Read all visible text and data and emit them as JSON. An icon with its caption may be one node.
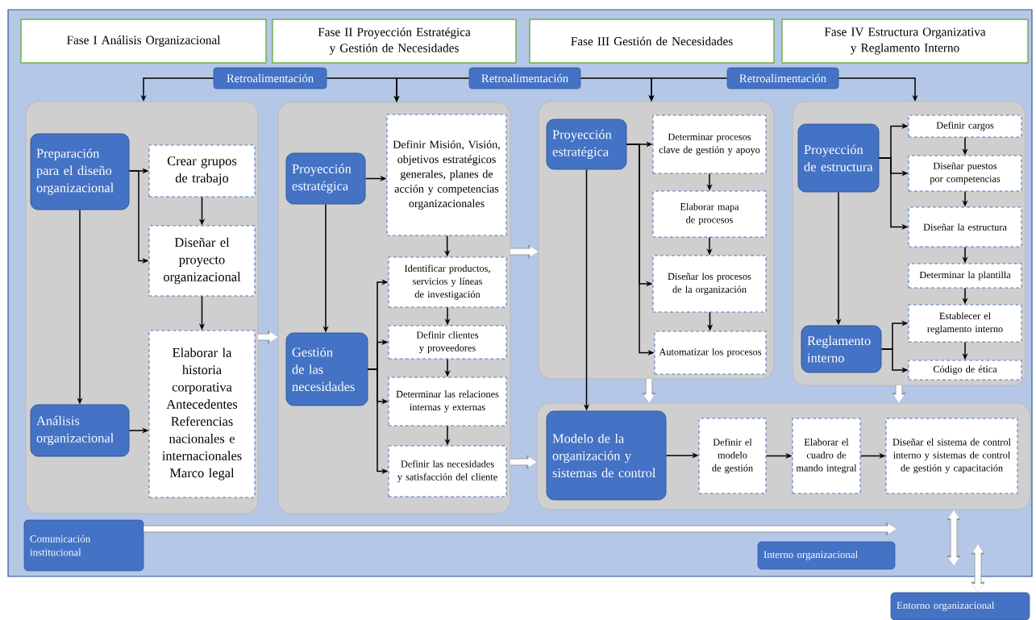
{
  "diagram": {
    "nodes": [
      {
        "text": [
          "Fase I Análisis Organizacional"
        ]
      },
      {
        "text": [
          "Fase II Proyección Estratégica y Gestión de Necesidades"
        ]
      },
      {
        "text": [
          "Fase III Gestión de Necesidades"
        ]
      },
      {
        "text": [
          "Fase IV Estructura Organizativa y Reglamento Interno"
        ]
      },
      {
        "text": [
          "Retroalimentación"
        ]
      },
      {
        "text": [
          "Retroalimentación"
        ]
      },
      {
        "text": [
          "Retroalimentación"
        ]
      },
      {
        "text": [],
        "shape": "box"
      },
      {
        "text": [
          "Preparación para el diseño organizacional"
        ],
        "in": 7
      },
      {
        "text": [
          "Crear grupos de trabajo"
        ],
        "in": 7
      },
      {
        "text": [
          "Diseñar el proyecto organizacional"
        ],
        "in": 7
      },
      {
        "text": [
          "Análisis organizacional"
        ],
        "in": 7
      },
      {
        "text": [
          "Elaborar la historia corporativa Antecedentes Referencias nacionales e internacionales Marco legal"
        ],
        "in": 7
      },
      {
        "text": [],
        "shape": "box"
      },
      {
        "text": [
          "Proyección estratégica"
        ],
        "in": 13
      },
      {
        "text": [
          "Definir Misión, Visión, objetivos estratégicos generales, planes de acción y competencias organizacionales"
        ],
        "in": 13
      },
      {
        "text": [
          "Gestión de las necesidades"
        ],
        "in": 13
      },
      {
        "text": [
          "Identificar productos, servicios y líneas de investigación"
        ],
        "in": 13
      },
      {
        "text": [
          "Definir clientes y proveedores"
        ],
        "in": 13
      },
      {
        "text": [
          "Determinar las relaciones internas y externas"
        ],
        "in": 13
      },
      {
        "text": [
          "Definir las necesidades y satisfacción del cliente"
        ],
        "in": 13
      },
      {
        "text": [],
        "shape": "box"
      },
      {
        "text": [
          "Proyección estratégica"
        ],
        "in": 21
      },
      {
        "text": [
          "Determinar procesos clave de gestión y apoyo"
        ],
        "in": 21
      },
      {
        "text": [
          "Elaborar mapa de procesos"
        ],
        "in": 21
      },
      {
        "text": [
          "Diseñar los procesos de la organización"
        ],
        "in": 21
      },
      {
        "text": [
          "Automatizar los procesos"
        ],
        "in": 21
      },
      {
        "text": [],
        "shape": "box"
      },
      {
        "text": [
          "Proyección de estructura"
        ],
        "in": 27
      },
      {
        "text": [
          "Definir cargos"
        ],
        "in": 27
      },
      {
        "text": [
          "Diseñar puestos por competencias"
        ],
        "in": 27
      },
      {
        "text": [
          "Diseñar la estructura"
        ],
        "in": 27
      },
      {
        "text": [
          "Determinar la plantilla"
        ],
        "in": 27
      },
      {
        "text": [
          "Establecer el reglamento interno"
        ],
        "in": 27
      },
      {
        "text": [
          "Reglamento interno"
        ],
        "in": 27
      },
      {
        "text": [
          "Código de ética"
        ],
        "in": 27
      },
      {
        "text": [],
        "shape": "box"
      },
      {
        "text": [
          "Modelo de la organización y sistemas de control"
        ],
        "in": 36
      },
      {
        "text": [
          "Definir el modelo de gestión"
        ],
        "in": 36
      },
      {
        "text": [
          "Elaborar el cuadro de mando integral"
        ],
        "in": 36
      },
      {
        "text": [
          "Diseñar el sistema de control interno y sistemas de control de gestión y capacitación"
        ],
        "in": 36
      },
      {
        "text": [
          "Comunicación institucional"
        ]
      },
      {
        "text": [
          "Interno organizacional"
        ]
      },
      {
        "text": [
          "Entorno organizacional"
        ]
      }
    ],
    "edges": [
      {
        "from": 4,
        "to": 7,
        "arrow": "to"
      },
      {
        "from": 4,
        "to": 13,
        "arrow": "to"
      },
      {
        "from": 5,
        "to": 13,
        "arrow": "to"
      },
      {
        "from": 5,
        "to": 21,
        "arrow": "to"
      },
      {
        "from": 6,
        "to": 21,
        "arrow": "to"
      },
      {
        "from": 6,
        "to": 27,
        "arrow": "to"
      },
      {
        "from": 8,
        "to": 9,
        "arrow": "to"
      },
      {
        "from": 8,
        "to": 10,
        "arrow": "to"
      },
      {
        "from": 9,
        "to": 10,
        "arrow": "to"
      },
      {
        "from": 10,
        "to": 12,
        "arrow": "to"
      },
      {
        "from": 8,
        "to": 11,
        "arrow": "to"
      },
      {
        "from": 11,
        "to": 12,
        "arrow": "to"
      },
      {
        "from": 7,
        "to": 13,
        "arrow": "to",
        "style": "thick",
        "color": "#ffffff"
      },
      {
        "from": 14,
        "to": 15,
        "arrow": "to"
      },
      {
        "from": 14,
        "to": 16,
        "arrow": "to"
      },
      {
        "from": 15,
        "to": 17,
        "arrow": "to"
      },
      {
        "from": 16,
        "to": 17,
        "arrow": "to"
      },
      {
        "from": 16,
        "to": 18,
        "arrow": "to"
      },
      {
        "from": 16,
        "to": 19,
        "arrow": "to"
      },
      {
        "from": 16,
        "to": 20,
        "arrow": "to"
      },
      {
        "from": 17,
        "to": 18,
        "arrow": "to"
      },
      {
        "from": 18,
        "to": 19,
        "arrow": "to"
      },
      {
        "from": 19,
        "to": 20,
        "arrow": "to"
      },
      {
        "from": 13,
        "to": 21,
        "arrow": "to",
        "style": "thick",
        "color": "#ffffff"
      },
      {
        "from": 13,
        "to": 36,
        "arrow": "to",
        "style": "thick",
        "color": "#ffffff"
      },
      {
        "from": 22,
        "to": 23,
        "arrow": "to"
      },
      {
        "from": 22,
        "to": 25,
        "arrow": "to"
      },
      {
        "from": 22,
        "to": 26,
        "arrow": "to"
      },
      {
        "from": 23,
        "to": 24,
        "arrow": "to"
      },
      {
        "from": 24,
        "to": 25,
        "arrow": "to"
      },
      {
        "from": 25,
        "to": 26,
        "arrow": "to"
      },
      {
        "from": 22,
        "to": 37,
        "arrow": "to"
      },
      {
        "from": 21,
        "to": 36,
        "arrow": "to",
        "style": "thick",
        "color": "#ffffff"
      },
      {
        "from": 27,
        "to": 36,
        "arrow": "to",
        "style": "thick",
        "color": "#ffffff"
      },
      {
        "from": 28,
        "to": 29,
        "arrow": "to"
      },
      {
        "from": 28,
        "to": 30,
        "arrow": "to"
      },
      {
        "from": 28,
        "to": 31,
        "arrow": "to"
      },
      {
        "from": 29,
        "to": 30,
        "arrow": "to"
      },
      {
        "from": 30,
        "to": 31,
        "arrow": "to"
      },
      {
        "from": 31,
        "to": 32,
        "arrow": "to"
      },
      {
        "from": 32,
        "to": 33,
        "arrow": "to"
      },
      {
        "from": 33,
        "to": 35,
        "arrow": "to"
      },
      {
        "from": 28,
        "to": 34,
        "arrow": "to"
      },
      {
        "from": 34,
        "to": 33,
        "arrow": "to"
      },
      {
        "from": 34,
        "to": 35,
        "arrow": "to"
      },
      {
        "from": 37,
        "to": 38,
        "arrow": "to"
      },
      {
        "from": 38,
        "to": 39,
        "arrow": "to"
      },
      {
        "from": 39,
        "to": 40,
        "arrow": "to"
      },
      {
        "from": 41,
        "to": 42,
        "arrow": "to",
        "style": "thick",
        "color": "#ffffff"
      },
      {
        "from": 36,
        "to": null,
        "arrow": "both",
        "style": "thick",
        "color": "#ffffff"
      },
      {
        "from": null,
        "to": 43,
        "arrow": "both",
        "style": "thick",
        "color": "#ffffff"
      }
    ]
  }
}
